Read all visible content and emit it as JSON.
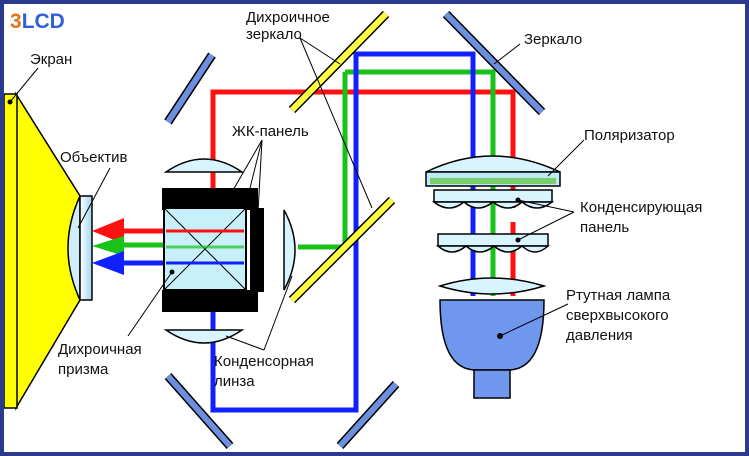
{
  "logo": {
    "digit": "3",
    "letters": "LCD"
  },
  "labels": {
    "screen": "Экран",
    "lens": "Объектив",
    "dichroic_mirror_1": "Дихроичное",
    "dichroic_mirror_2": "зеркало",
    "lcd_panel": "ЖК-панель",
    "mirror": "Зеркало",
    "polarizer": "Поляризатор",
    "condensing_panel_1": "Конденсирующая",
    "condensing_panel_2": "панель",
    "lamp_1": "Ртутная лампа",
    "lamp_2": "сверхвысокого",
    "lamp_3": "давления",
    "prism_1": "Дихроичная",
    "prism_2": "призма",
    "condenser_1": "Конденсорная",
    "condenser_2": "линза"
  },
  "colors": {
    "red": "#ff1010",
    "green": "#19c219",
    "blue": "#1020ff",
    "screen_yellow": "#ffff00",
    "optic_cyan": "#d8f4ff",
    "mirror_blue": "#6d8fe0",
    "dichroic_yellow": "#ffff40",
    "lamp_blue": "#6f97ee",
    "frame": "#2b3a8c"
  }
}
